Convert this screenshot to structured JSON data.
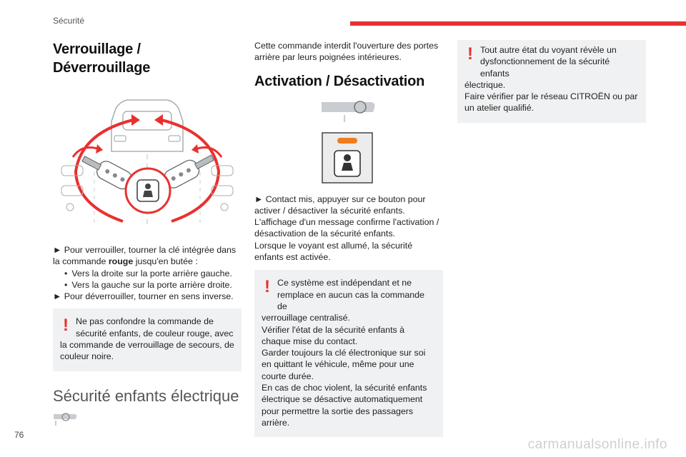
{
  "header": {
    "section": "Sécurité"
  },
  "page_number": "76",
  "watermark": "carmanualsonline.info",
  "col1": {
    "title": "Verrouillage / Déverrouillage",
    "instruction_prefix": "► Pour verrouiller, tourner la clé intégrée dans la commande ",
    "instruction_bold": "rouge",
    "instruction_suffix": " jusqu'en butée :",
    "bullets": [
      "Vers la droite sur la porte arrière gauche.",
      "Vers la gauche sur la porte arrière droite."
    ],
    "unlock": "► Pour déverrouiller, tourner en sens inverse.",
    "warning_first": "Ne pas confondre la commande de sécurité enfants, de couleur rouge, avec",
    "warning_rest": "la commande de verrouillage de secours, de couleur noire.",
    "section_title": "Sécurité enfants électrique"
  },
  "col2": {
    "intro": "Cette commande interdit l'ouverture des portes arrière par leurs poignées intérieures.",
    "title": "Activation / Désactivation",
    "p1": "► Contact mis, appuyer sur ce bouton pour activer / désactiver la sécurité enfants.",
    "p2": "L'affichage d'un message confirme l'activation / désactivation de la sécurité enfants.",
    "p3": "Lorsque le voyant est allumé, la sécurité enfants est activée.",
    "warn_first": "Ce système est indépendant et ne remplace en aucun cas la commande de",
    "warn_l2": "verrouillage centralisé.",
    "warn_l3": "Vérifier l'état de la sécurité enfants à chaque mise du contact.",
    "warn_l4": "Garder toujours la clé électronique sur soi en quittant le véhicule, même pour une courte durée.",
    "warn_l5": "En cas de choc violent, la sécurité enfants électrique se désactive automatiquement pour permettre la sortie des passagers arrière."
  },
  "col3": {
    "warn_first": "Tout autre état du voyant révèle un dysfonctionnement de la sécurité enfants",
    "warn_l2": "électrique.",
    "warn_l3": "Faire vérifier par le réseau CITROËN ou par un atelier qualifié."
  },
  "colors": {
    "accent": "#e8312f",
    "warning_bg": "#f0f1f2",
    "indicator": "#f07c1e"
  },
  "icons": [
    "car-rear-doors-diagram",
    "child-lock-icon",
    "steering-wheel-icon",
    "child-lock-button-icon"
  ]
}
